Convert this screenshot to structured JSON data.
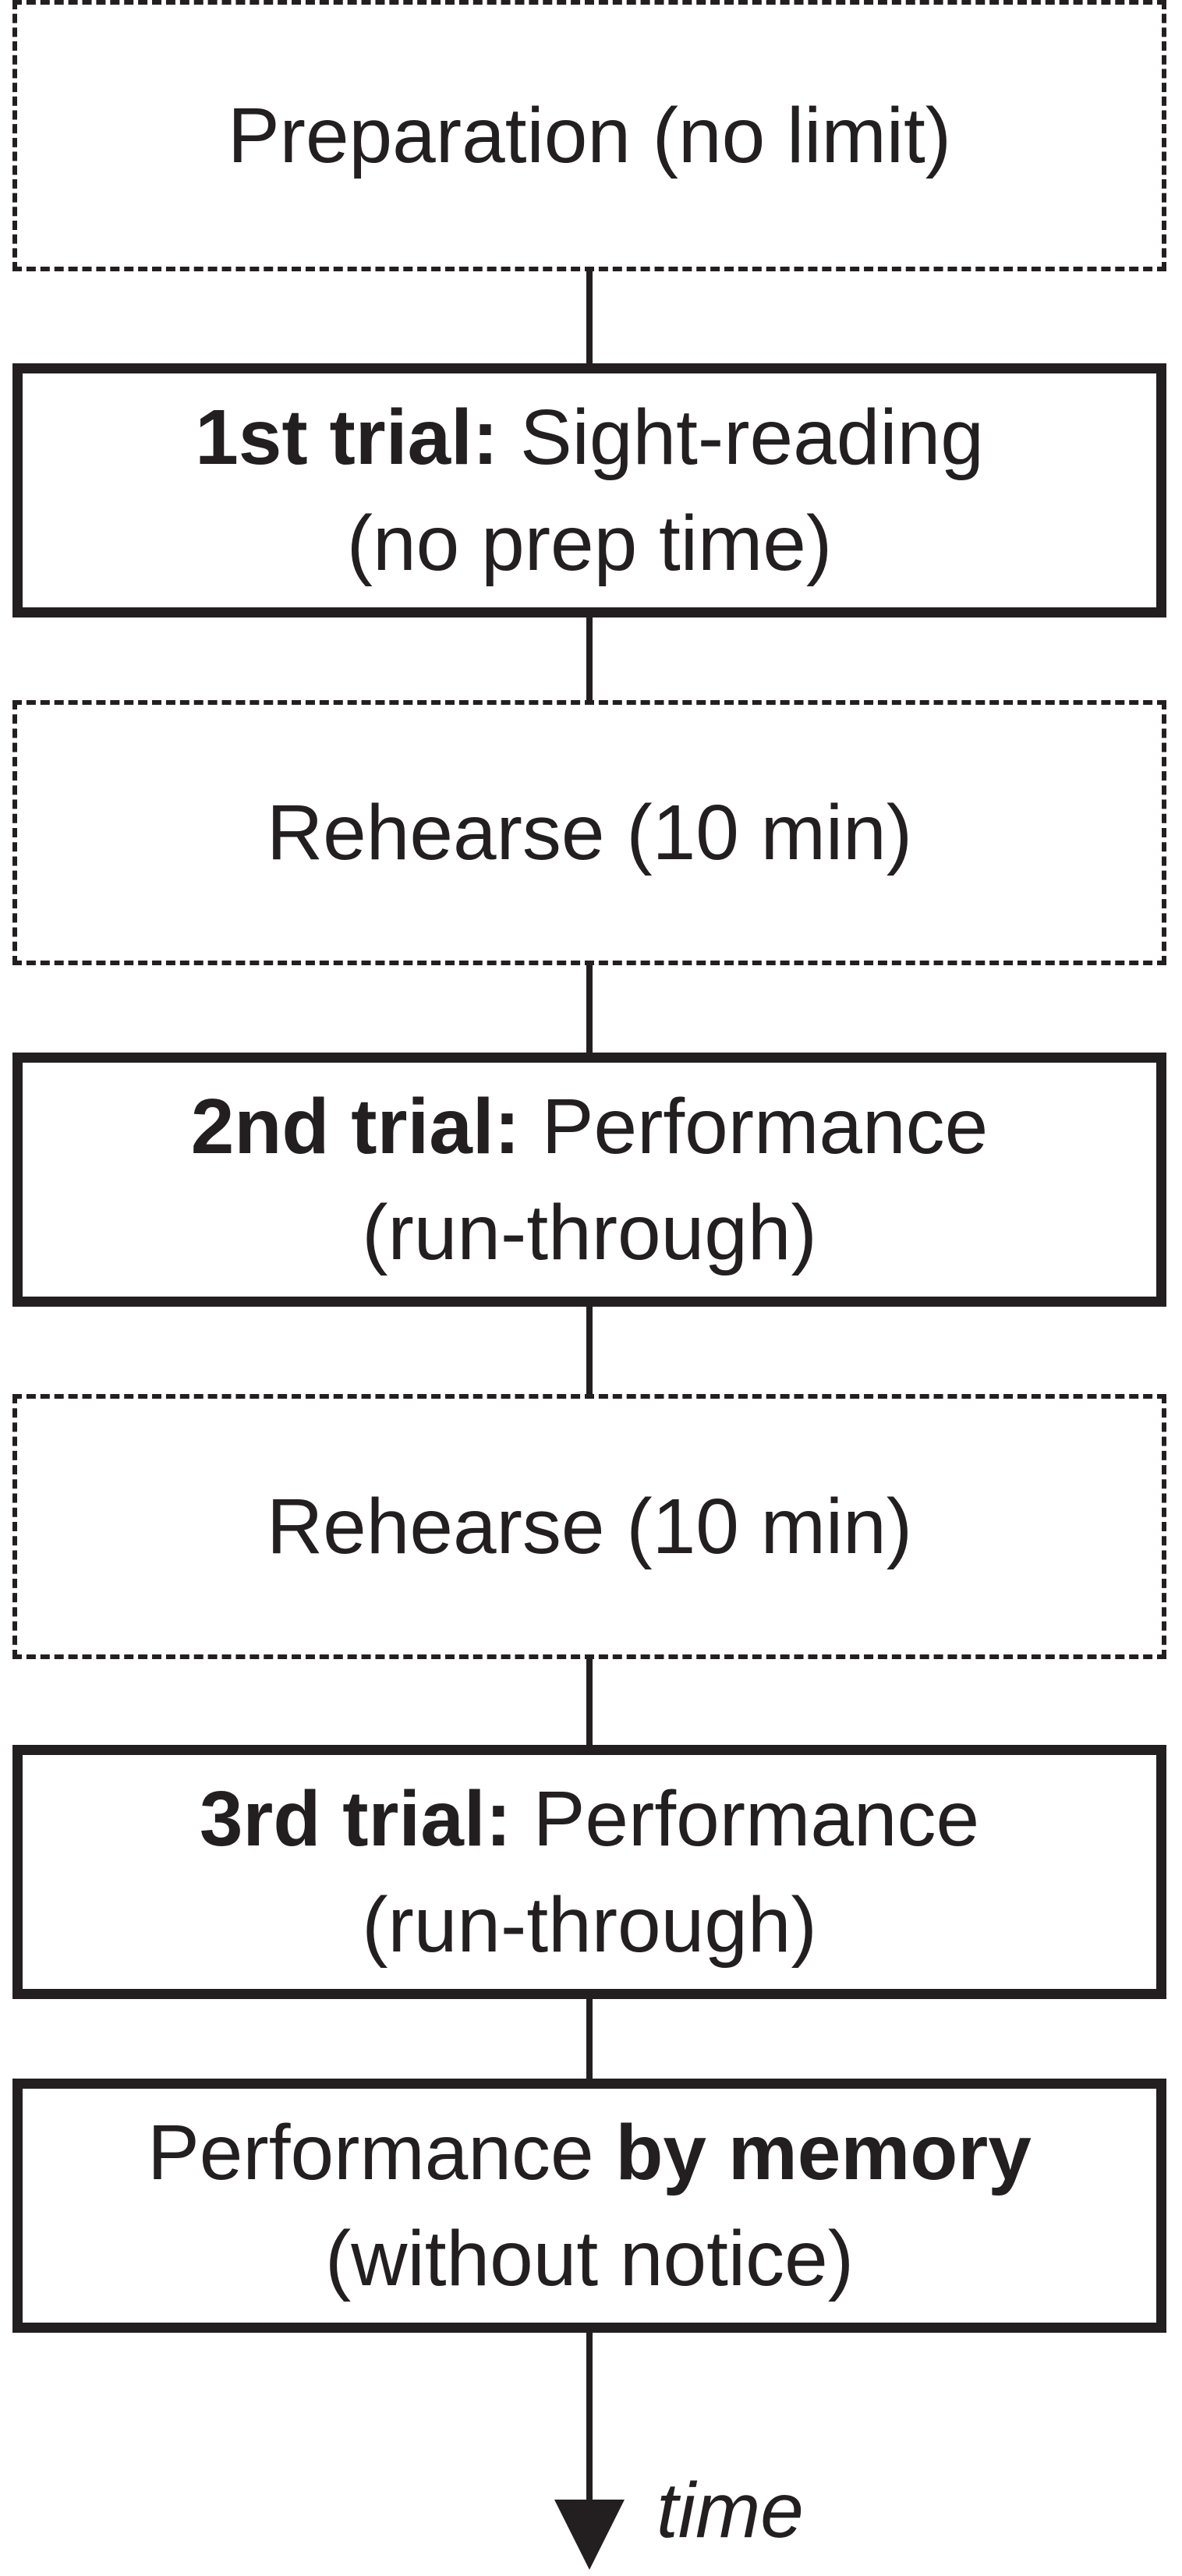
{
  "steps": [
    {
      "style": "dashed",
      "lines": [
        {
          "bold": "",
          "normal": "Preparation (no limit)"
        }
      ]
    },
    {
      "style": "solid",
      "lines": [
        {
          "bold": "1st trial:",
          "normal": " Sight-reading"
        },
        {
          "bold": "",
          "normal": "(no prep time)"
        }
      ]
    },
    {
      "style": "dashed",
      "lines": [
        {
          "bold": "",
          "normal": "Rehearse (10 min)"
        }
      ]
    },
    {
      "style": "solid",
      "lines": [
        {
          "bold": "2nd trial:",
          "normal": " Performance"
        },
        {
          "bold": "",
          "normal": "(run-through)"
        }
      ]
    },
    {
      "style": "dashed",
      "lines": [
        {
          "bold": "",
          "normal": "Rehearse (10 min)"
        }
      ]
    },
    {
      "style": "solid",
      "lines": [
        {
          "bold": "3rd trial:",
          "normal": " Performance"
        },
        {
          "bold": "",
          "normal": "(run-through)"
        }
      ]
    },
    {
      "style": "solid",
      "lines": [
        {
          "normal": "Performance ",
          "bold": "by memory",
          "order": "normal-first"
        },
        {
          "bold": "",
          "normal": "(without notice)"
        }
      ]
    }
  ],
  "axis_label": "time",
  "colors": {
    "ink": "#231f20",
    "background": "#ffffff"
  }
}
